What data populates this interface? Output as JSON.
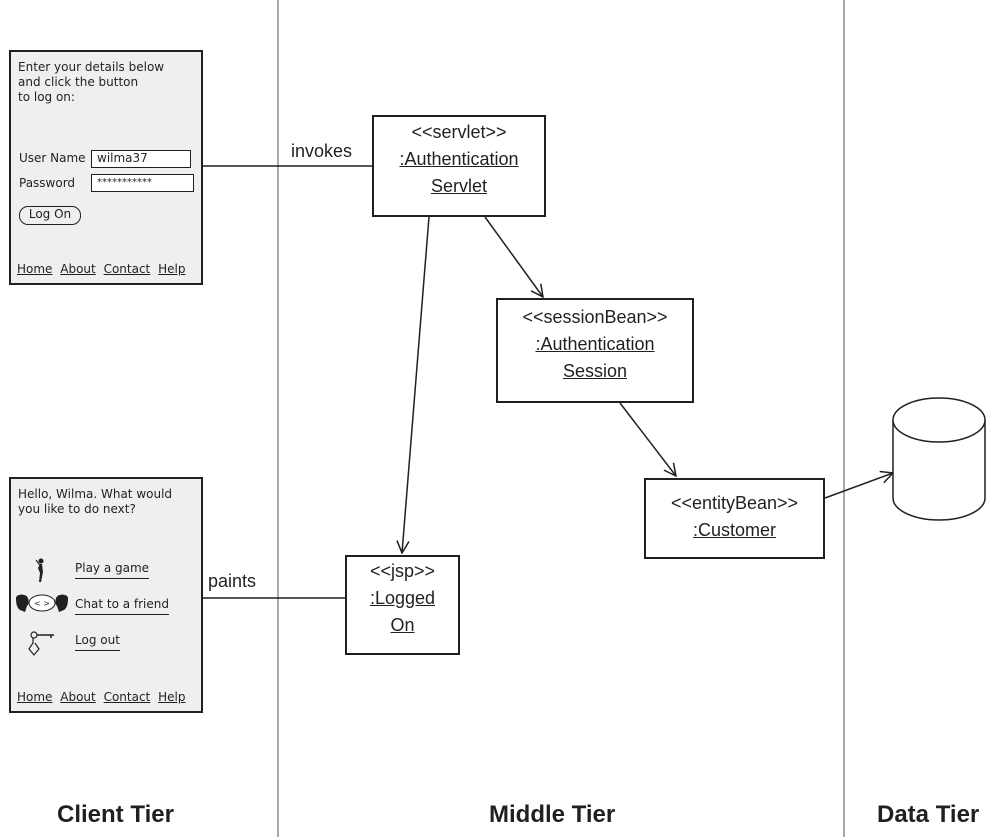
{
  "tiers": {
    "client": "Client Tier",
    "middle": "Middle Tier",
    "data": "Data Tier"
  },
  "login_screen": {
    "intro": [
      "Enter your details below",
      "and click the button",
      "to log on:"
    ],
    "username_label": "User Name",
    "username_value": "wilma37",
    "password_label": "Password",
    "password_value": "***********",
    "button_label": "Log On",
    "footer": [
      "Home",
      "About",
      "Contact",
      "Help"
    ]
  },
  "home_screen": {
    "greeting": [
      "Hello, Wilma. What would",
      "you like to do next?"
    ],
    "actions": [
      {
        "label": "Play a game",
        "icon": "golfer-icon"
      },
      {
        "label": "Chat to a friend",
        "icon": "chat-heads-icon"
      },
      {
        "label": "Log out",
        "icon": "key-icon"
      }
    ],
    "footer": [
      "Home",
      "About",
      "Contact",
      "Help"
    ]
  },
  "connectors": {
    "invokes": "invokes",
    "paints": "paints"
  },
  "components": {
    "servlet": {
      "stereotype": "<<servlet>>",
      "name_lines": [
        ":Authentication",
        "Servlet"
      ]
    },
    "session": {
      "stereotype": "<<sessionBean>>",
      "name_lines": [
        ":Authentication",
        "Session"
      ]
    },
    "entity": {
      "stereotype": "<<entityBean>>",
      "name_lines": [
        ":Customer"
      ]
    },
    "jsp": {
      "stereotype": "<<jsp>>",
      "name_lines": [
        ":Logged",
        "On"
      ]
    }
  },
  "colors": {
    "screen_bg": "#eef0ed",
    "divider": "#a7a9ac",
    "ink": "#231f20"
  }
}
